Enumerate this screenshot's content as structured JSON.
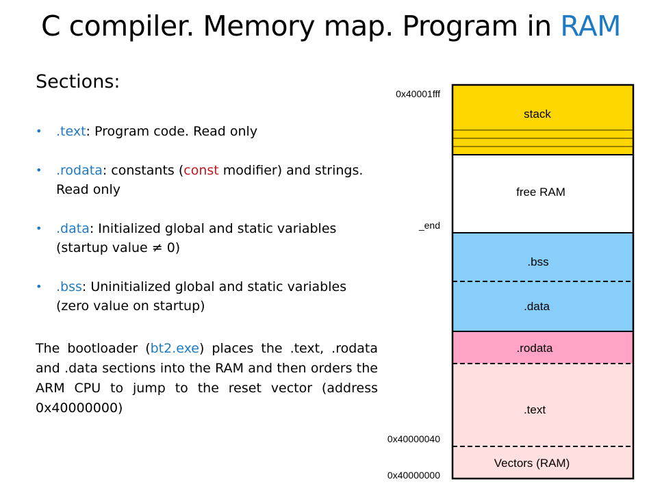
{
  "title": {
    "main": "C compiler. Memory map. Program in ",
    "accent": "RAM"
  },
  "sections_heading": "Sections:",
  "bullets": [
    {
      "term": ".text",
      "rest": ": Program code. Read only"
    },
    {
      "term": ".rodata",
      "rest_before": ": constants (",
      "highlight": "const",
      "rest_after": " modifier) and strings. Read only"
    },
    {
      "term": ".data",
      "rest": ": Initialized global and static variables (startup value ≠ 0)"
    },
    {
      "term": ".bss",
      "rest": ": Uninitialized global and static variables (zero value on startup)"
    }
  ],
  "paragraph": {
    "before": "The bootloader (",
    "link": "bt2.exe",
    "after": ") places the .text, .rodata and .data sections into the RAM and then orders the ARM CPU to jump to the reset vector (address 0x40000000)"
  },
  "memory_map": {
    "address_labels": {
      "top": "0x40001fff",
      "end_symbol": "_end",
      "vectors_end": "0x40000040",
      "base": "0x40000000"
    },
    "regions": [
      {
        "label": "stack",
        "color": "#ffd700"
      },
      {
        "label": "free RAM",
        "color": "#ffffff"
      },
      {
        "label": ".bss",
        "color": "#87cefa"
      },
      {
        "label": ".data",
        "color": "#87cefa"
      },
      {
        "label": ".rodata",
        "color": "#ffa4c7"
      },
      {
        "label": ".text",
        "color": "#ffdfdf"
      },
      {
        "label": "Vectors (RAM)",
        "color": "#ffdfdf"
      }
    ]
  }
}
